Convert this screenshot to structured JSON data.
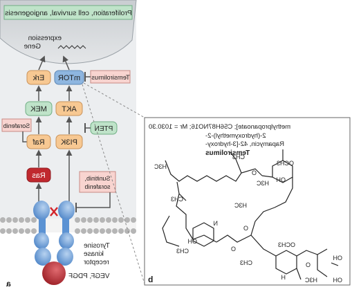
{
  "panel_a": {
    "letter": "a",
    "nucleus_output": "Proliferation, cell survival, angiogenesis",
    "gene_expression": [
      "Gene",
      "expression"
    ],
    "nodes": {
      "erk": "Erk",
      "mtor": "mTOR",
      "mek": "MEK",
      "akt": "AKT",
      "raf": "Raf",
      "pi3k": "PI3K",
      "ras": "Ras"
    },
    "inhibitors": {
      "temsirolimus": "Temsirolimus",
      "pten": "PTEN",
      "sorafenib_raf": "Sorafenib",
      "sunitinib_sorafenib": [
        "Sunitinib,",
        "sorafenib"
      ]
    },
    "receptor_label": [
      "Tyrosine",
      "kinase",
      "receptor"
    ],
    "ligand_label": "VEGF, PDGF"
  },
  "panel_b": {
    "letter": "b",
    "drug_name": "Temsirolimus",
    "chem_name": [
      "Rapamycin, 42-[3-hydroxy-",
      "2-(hydroxymethyl)-2-",
      "methylpropanoate]; C56H87NO16; Mr = 1030.30"
    ],
    "atoms": {
      "och3": "OCH3",
      "ch3": "CH3",
      "h3c": "H3C",
      "oh": "OH",
      "o": "O",
      "n": "N",
      "h": "H"
    }
  },
  "colors": {
    "nucleus_fill": "#d9dcdf",
    "cytoplasm_fill": "#ebedef",
    "orange": "#f7c892",
    "green": "#bfe3c9",
    "red": "#c0282e",
    "blue": "#8eb6e0",
    "drug_box": "#f8d4d0",
    "receptor": "#5b92d3",
    "ligand": "#b3242d"
  }
}
